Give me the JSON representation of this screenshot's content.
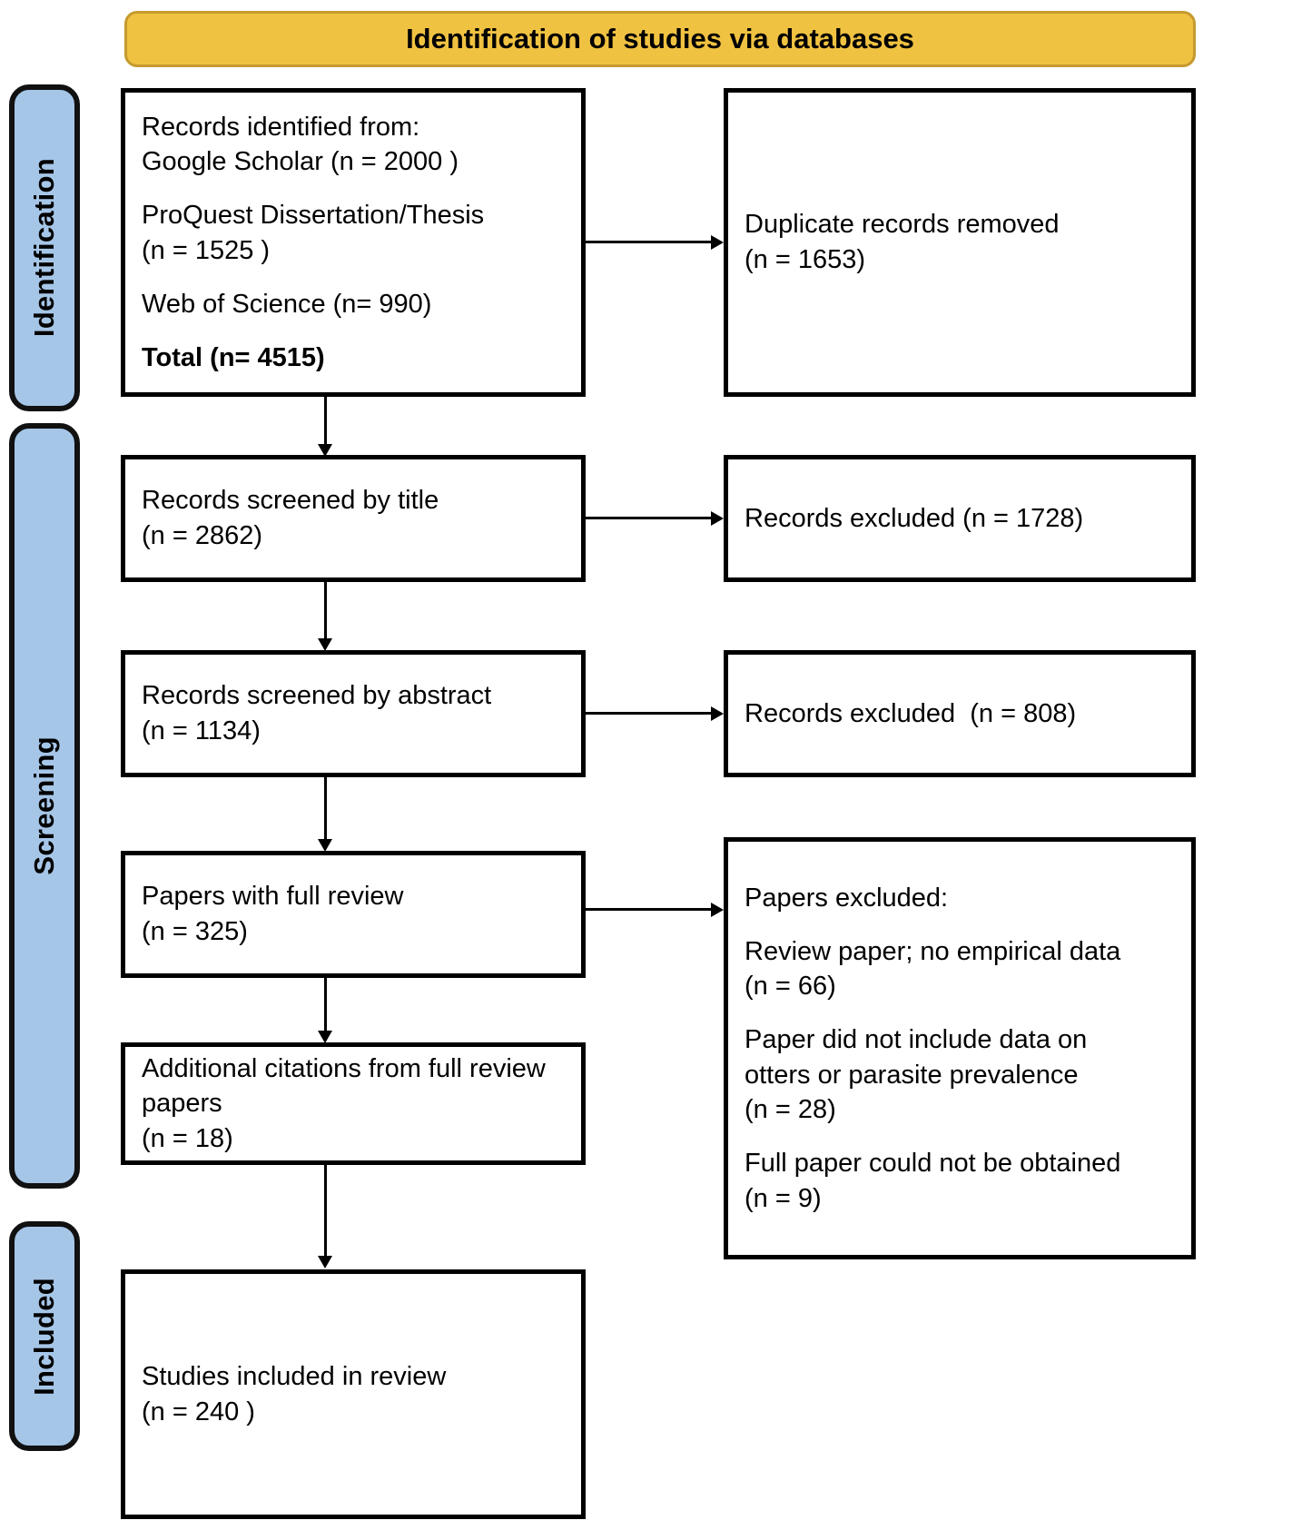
{
  "banner": {
    "title": "Identification of studies via databases"
  },
  "phases": [
    {
      "id": "identification",
      "label": "Identification"
    },
    {
      "id": "screening",
      "label": "Screening"
    },
    {
      "id": "included",
      "label": "Included"
    }
  ],
  "boxes": {
    "records_identified": {
      "name": "records-identified-box",
      "lines": [
        {
          "text": "Records identified from:",
          "bold": false
        },
        {
          "text": "Google Scholar (n = 2000 )",
          "bold": false
        },
        {
          "text": "",
          "bold": false
        },
        {
          "text": "ProQuest Dissertation/Thesis",
          "bold": false
        },
        {
          "text": "(n = 1525 )",
          "bold": false
        },
        {
          "text": "",
          "bold": false
        },
        {
          "text": "Web of Science (n= 990)",
          "bold": false
        },
        {
          "text": "",
          "bold": false
        },
        {
          "text": "Total (n= 4515)",
          "bold": true
        }
      ]
    },
    "duplicates_removed": {
      "name": "duplicate-records-removed-box",
      "lines": [
        {
          "text": "Duplicate records removed",
          "bold": false
        },
        {
          "text": "(n = 1653)",
          "bold": false
        }
      ]
    },
    "screened_title": {
      "name": "records-screened-by-title-box",
      "lines": [
        {
          "text": "Records screened by title",
          "bold": false
        },
        {
          "text": "(n = 2862)",
          "bold": false
        }
      ]
    },
    "excluded_title": {
      "name": "records-excluded-title-box",
      "lines": [
        {
          "text": "Records excluded (n = 1728)",
          "bold": false
        }
      ]
    },
    "screened_abstract": {
      "name": "records-screened-by-abstract-box",
      "lines": [
        {
          "text": "Records screened by abstract",
          "bold": false
        },
        {
          "text": "(n = 1134)",
          "bold": false
        }
      ]
    },
    "excluded_abstract": {
      "name": "records-excluded-abstract-box",
      "lines": [
        {
          "text": "Records excluded  (n = 808)",
          "bold": false
        }
      ]
    },
    "full_review": {
      "name": "papers-with-full-review-box",
      "lines": [
        {
          "text": "Papers with full review",
          "bold": false
        },
        {
          "text": "(n = 325)",
          "bold": false
        }
      ]
    },
    "papers_excluded": {
      "name": "papers-excluded-box",
      "lines": [
        {
          "text": "Papers excluded:",
          "bold": false
        },
        {
          "text": "",
          "bold": false
        },
        {
          "text": "Review paper; no empirical data",
          "bold": false
        },
        {
          "text": "(n = 66)",
          "bold": false
        },
        {
          "text": "",
          "bold": false
        },
        {
          "text": "Paper did not include data on",
          "bold": false
        },
        {
          "text": "otters or parasite prevalence",
          "bold": false
        },
        {
          "text": "(n = 28)",
          "bold": false
        },
        {
          "text": "",
          "bold": false
        },
        {
          "text": "Full paper could not be obtained",
          "bold": false
        },
        {
          "text": "(n = 9)",
          "bold": false
        }
      ]
    },
    "additional_citations": {
      "name": "additional-citations-box",
      "lines": [
        {
          "text": "Additional citations from full review",
          "bold": false
        },
        {
          "text": "papers",
          "bold": false
        },
        {
          "text": "(n = 18)",
          "bold": false
        }
      ]
    },
    "studies_included": {
      "name": "studies-included-in-review-box",
      "lines": [
        {
          "text": "Studies included in review",
          "bold": false
        },
        {
          "text": "(n = 240 )",
          "bold": false
        }
      ]
    }
  },
  "chart_data": {
    "type": "diagram",
    "title": "Identification of studies via databases",
    "nodes": [
      {
        "id": "records_identified",
        "phase": "Identification",
        "label": "Records identified from",
        "values": {
          "Google Scholar": 2000,
          "ProQuest Dissertation/Thesis": 1525,
          "Web of Science": 990,
          "Total": 4515
        }
      },
      {
        "id": "duplicates_removed",
        "phase": "Identification",
        "label": "Duplicate records removed",
        "n": 1653
      },
      {
        "id": "screened_title",
        "phase": "Screening",
        "label": "Records screened by title",
        "n": 2862
      },
      {
        "id": "excluded_title",
        "phase": "Screening",
        "label": "Records excluded",
        "n": 1728
      },
      {
        "id": "screened_abstract",
        "phase": "Screening",
        "label": "Records screened by abstract",
        "n": 1134
      },
      {
        "id": "excluded_abstract",
        "phase": "Screening",
        "label": "Records excluded",
        "n": 808
      },
      {
        "id": "full_review",
        "phase": "Screening",
        "label": "Papers with full review",
        "n": 325
      },
      {
        "id": "papers_excluded",
        "phase": "Screening",
        "label": "Papers excluded",
        "reasons": [
          {
            "reason": "Review paper; no empirical data",
            "n": 66
          },
          {
            "reason": "Paper did not include data on otters or parasite prevalence",
            "n": 28
          },
          {
            "reason": "Full paper could not be obtained",
            "n": 9
          }
        ]
      },
      {
        "id": "additional_citations",
        "phase": "Screening",
        "label": "Additional citations from full review papers",
        "n": 18
      },
      {
        "id": "studies_included",
        "phase": "Included",
        "label": "Studies included in review",
        "n": 240
      }
    ],
    "edges": [
      {
        "from": "records_identified",
        "to": "duplicates_removed",
        "direction": "right"
      },
      {
        "from": "records_identified",
        "to": "screened_title",
        "direction": "down"
      },
      {
        "from": "screened_title",
        "to": "excluded_title",
        "direction": "right"
      },
      {
        "from": "screened_title",
        "to": "screened_abstract",
        "direction": "down"
      },
      {
        "from": "screened_abstract",
        "to": "excluded_abstract",
        "direction": "right"
      },
      {
        "from": "screened_abstract",
        "to": "full_review",
        "direction": "down"
      },
      {
        "from": "full_review",
        "to": "papers_excluded",
        "direction": "right"
      },
      {
        "from": "full_review",
        "to": "additional_citations",
        "direction": "down"
      },
      {
        "from": "additional_citations",
        "to": "studies_included",
        "direction": "down"
      }
    ],
    "colors": {
      "banner": "#f0c241",
      "phase_bar": "#a6c6e8",
      "box_border": "#000000"
    }
  }
}
